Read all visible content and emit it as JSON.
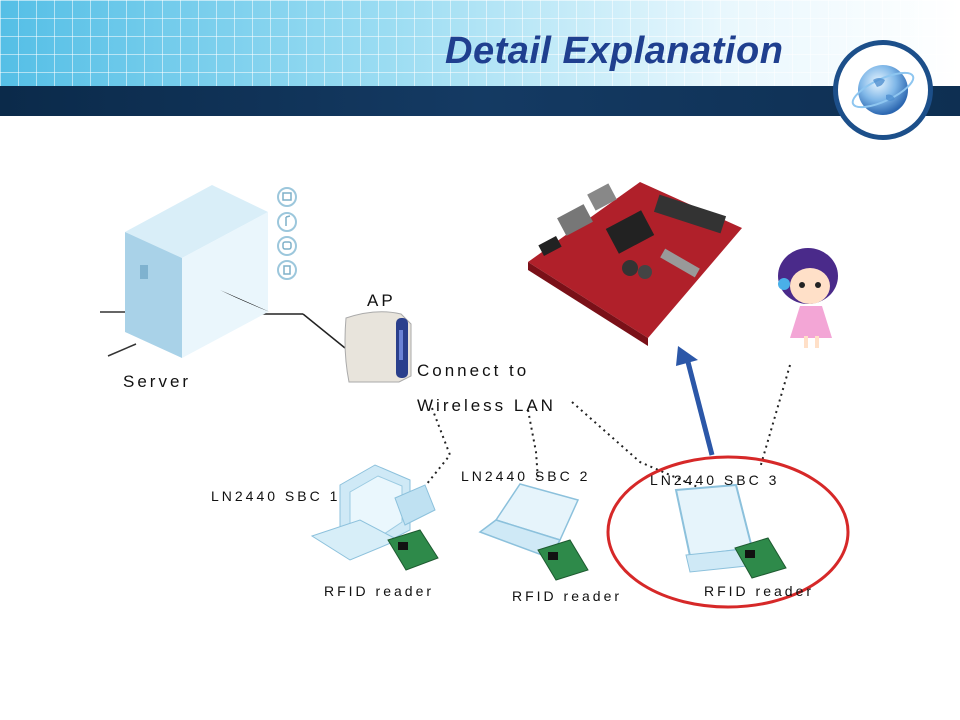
{
  "slide": {
    "title": "Detail Explanation"
  },
  "labels": {
    "server": "Server",
    "ap": "AP",
    "connect_line1": "Connect to",
    "connect_line2": "Wireless LAN",
    "sbc1": "LN2440 SBC 1",
    "sbc2": "LN2440 SBC 2",
    "sbc3": "LN2440 SBC 3",
    "rfid1": "RFID reader",
    "rfid2": "RFID reader",
    "rfid3": "RFID reader"
  },
  "icons": [
    "globe-icon",
    "server-icon",
    "wireless-ap-icon",
    "sbc-board-icon",
    "girl-user-icon",
    "desktop-pc-icon",
    "laptop-icon",
    "monitor-icon",
    "rfid-reader-icon"
  ],
  "colors": {
    "title": "#1f3f8f",
    "header_band": "#143a63",
    "highlight_circle": "#d62828",
    "arrow": "#2b57a8"
  }
}
